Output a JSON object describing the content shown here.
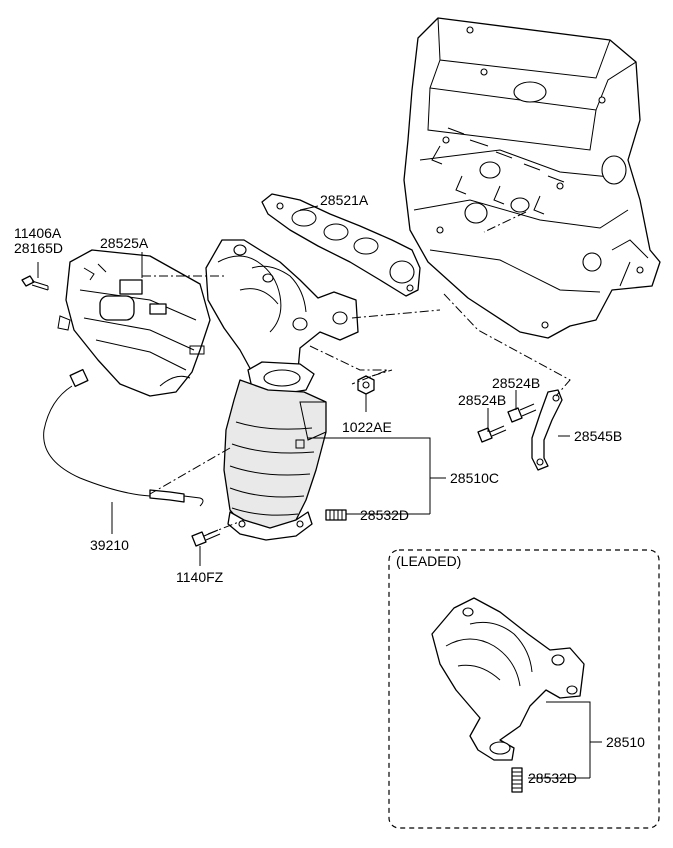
{
  "labels": {
    "p11406A": "11406A",
    "p28165D": "28165D",
    "p28525A": "28525A",
    "p28521A": "28521A",
    "p39210": "39210",
    "p1022AE": "1022AE",
    "p28524B_upper": "28524B",
    "p28524B_lower": "28524B",
    "p28545B": "28545B",
    "p28510C": "28510C",
    "p28532D": "28532D",
    "p1140FZ": "1140FZ",
    "leaded_title": "(LEADED)",
    "p28510": "28510",
    "p28532D_leaded": "28532D"
  },
  "colors": {
    "line": "#000000",
    "background": "#ffffff",
    "shade": "#e9e9e9"
  }
}
